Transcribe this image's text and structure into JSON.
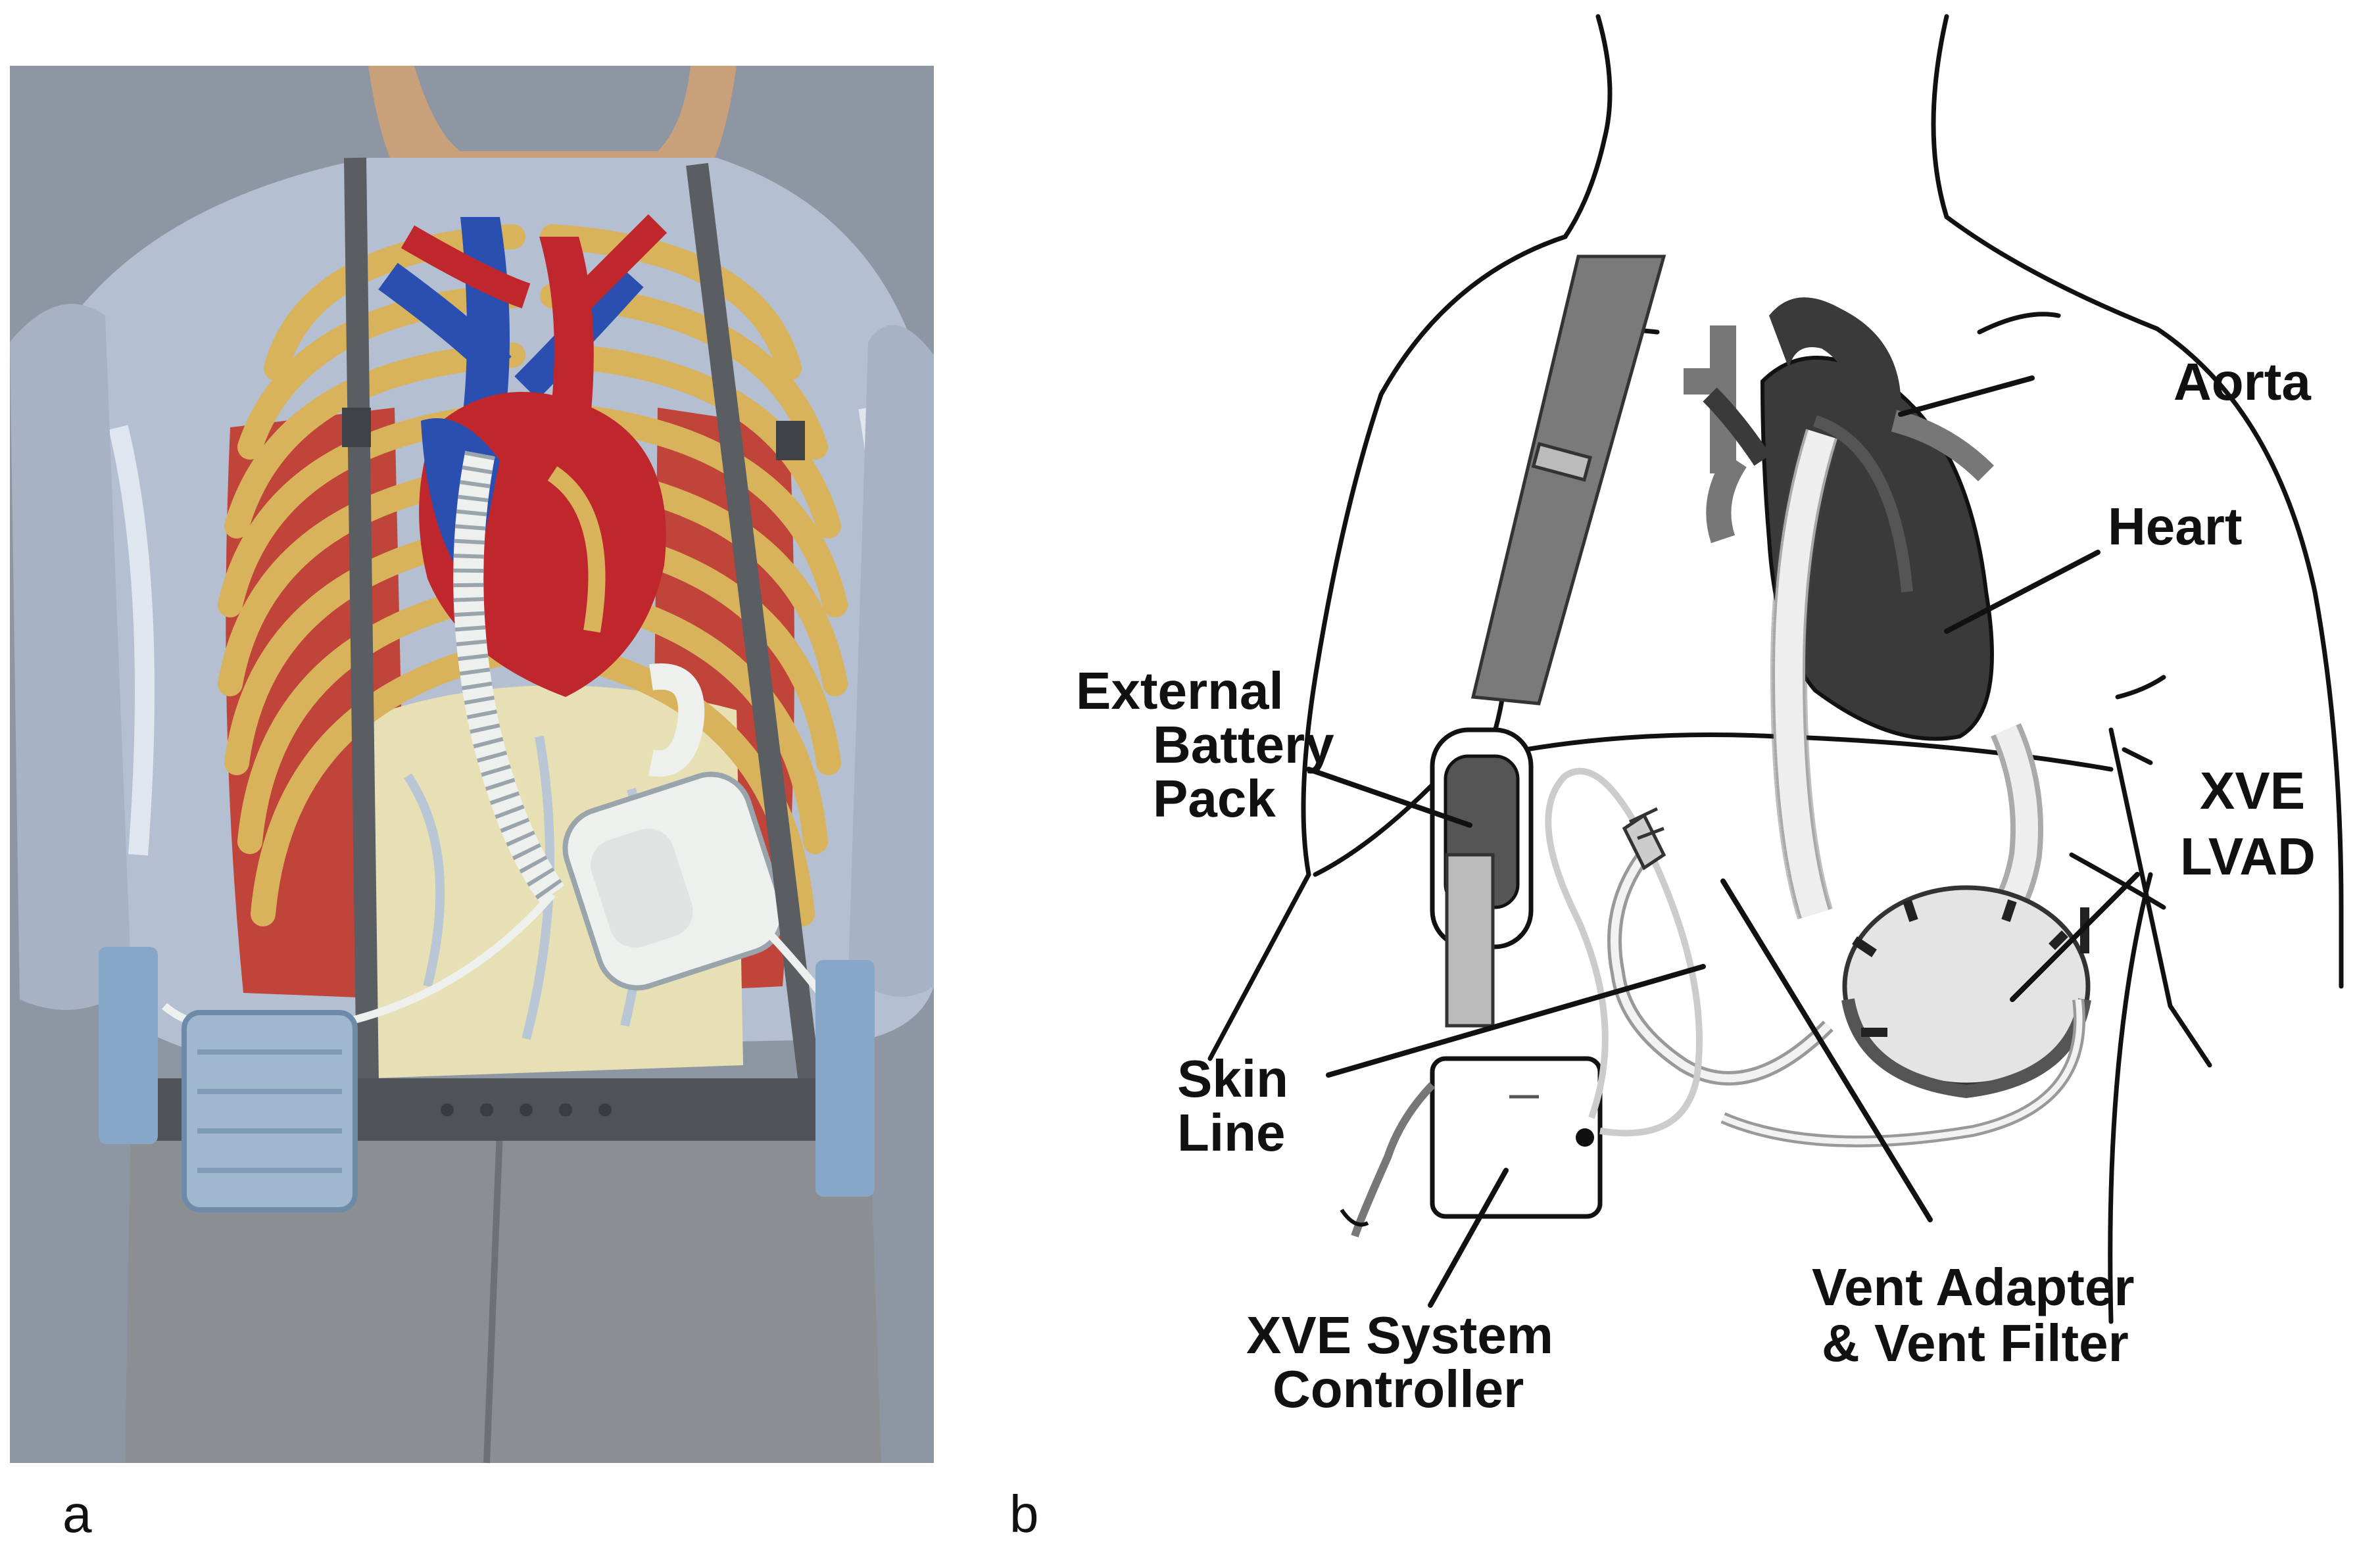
{
  "panels": {
    "a": {
      "letter": "a"
    },
    "b": {
      "letter": "b"
    }
  },
  "labels": {
    "aorta": "Aorta",
    "heart": "Heart",
    "battery": [
      "External",
      "Battery",
      "Pack"
    ],
    "lvad": [
      "XVE",
      "LVAD"
    ],
    "skin_line": [
      "Skin",
      "Line"
    ],
    "controller": [
      "XVE System",
      "Controller"
    ],
    "vent": [
      "Vent Adapter",
      "& Vent Filter"
    ]
  },
  "colors": {
    "background_a": "#8e96a3",
    "shirt": "#b4c0d2",
    "ribs": "#d9b35c",
    "vein": "#2a4fb0",
    "artery": "#c0272d",
    "device": "#eef0ee",
    "line_art": "#111111",
    "heart_gray": "#3a3a3a"
  }
}
